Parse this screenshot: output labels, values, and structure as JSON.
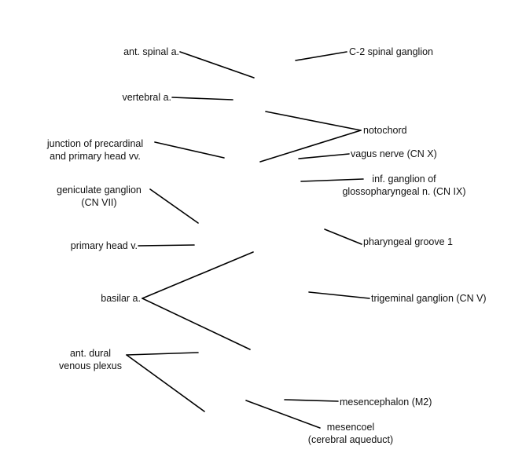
{
  "labels": {
    "ant_spinal_a": "ant. spinal a.",
    "vertebral_a": "vertebral a.",
    "junction_precardinal_1": "junction of precardinal",
    "junction_precardinal_2": "and primary head vv.",
    "geniculate_ganglion_1": "geniculate ganglion",
    "geniculate_ganglion_2": "(CN VII)",
    "primary_head_v": "primary head v.",
    "basilar_a": "basilar a.",
    "ant_dural_1": "ant. dural",
    "ant_dural_2": "venous plexus",
    "c2_spinal_ganglion": "C-2 spinal ganglion",
    "notochord": "notochord",
    "vagus_nerve": "vagus nerve (CN X)",
    "inf_ganglion_1": "inf. ganglion of",
    "inf_ganglion_2": "glossopharyngeal n. (CN IX)",
    "pharyngeal_groove": "pharyngeal groove 1",
    "trigeminal_ganglion": "trigeminal ganglion (CN V)",
    "mesencephalon": "mesencephalon (M2)",
    "mesencoel_1": "mesencoel",
    "mesencoel_2": "(cerebral aqueduct)"
  }
}
